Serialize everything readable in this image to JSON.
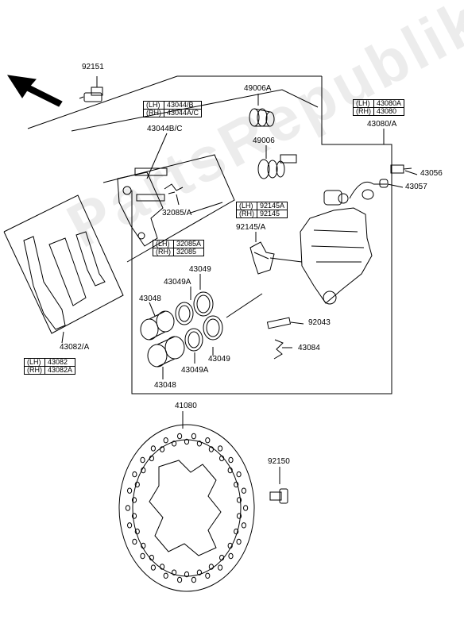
{
  "watermark": "PartsRepublik",
  "parts": {
    "p92151": "92151",
    "p49006A": "49006A",
    "p43044BC": "43044B/C",
    "p49006": "49006",
    "p32085A": "32085/A",
    "p43080A": "43080/A",
    "p43056": "43056",
    "p43057": "43057",
    "p92145A": "92145/A",
    "p43049_top": "43049",
    "p43049A_top": "43049A",
    "p43048_top": "43048",
    "p92043": "92043",
    "p43084": "43084",
    "p43049_bot": "43049",
    "p43049A_bot": "43049A",
    "p43048_bot": "43048",
    "p43082A": "43082/A",
    "p41080": "41080",
    "p92150": "92150"
  },
  "tables": {
    "t43044": [
      [
        "(LH)",
        "43044/B"
      ],
      [
        "(RH)",
        "43044A/C"
      ]
    ],
    "t43080": [
      [
        "(LH)",
        "43080A"
      ],
      [
        "(RH)",
        "43080"
      ]
    ],
    "t92145": [
      [
        "(LH)",
        "92145A"
      ],
      [
        "(RH)",
        "92145"
      ]
    ],
    "t32085": [
      [
        "(LH)",
        "32085A"
      ],
      [
        "(RH)",
        "32085"
      ]
    ],
    "t43082": [
      [
        "(LH)",
        "43082"
      ],
      [
        "(RH)",
        "43082A"
      ]
    ]
  },
  "icons": {
    "direction_arrow": "front-direction-arrow-icon"
  }
}
